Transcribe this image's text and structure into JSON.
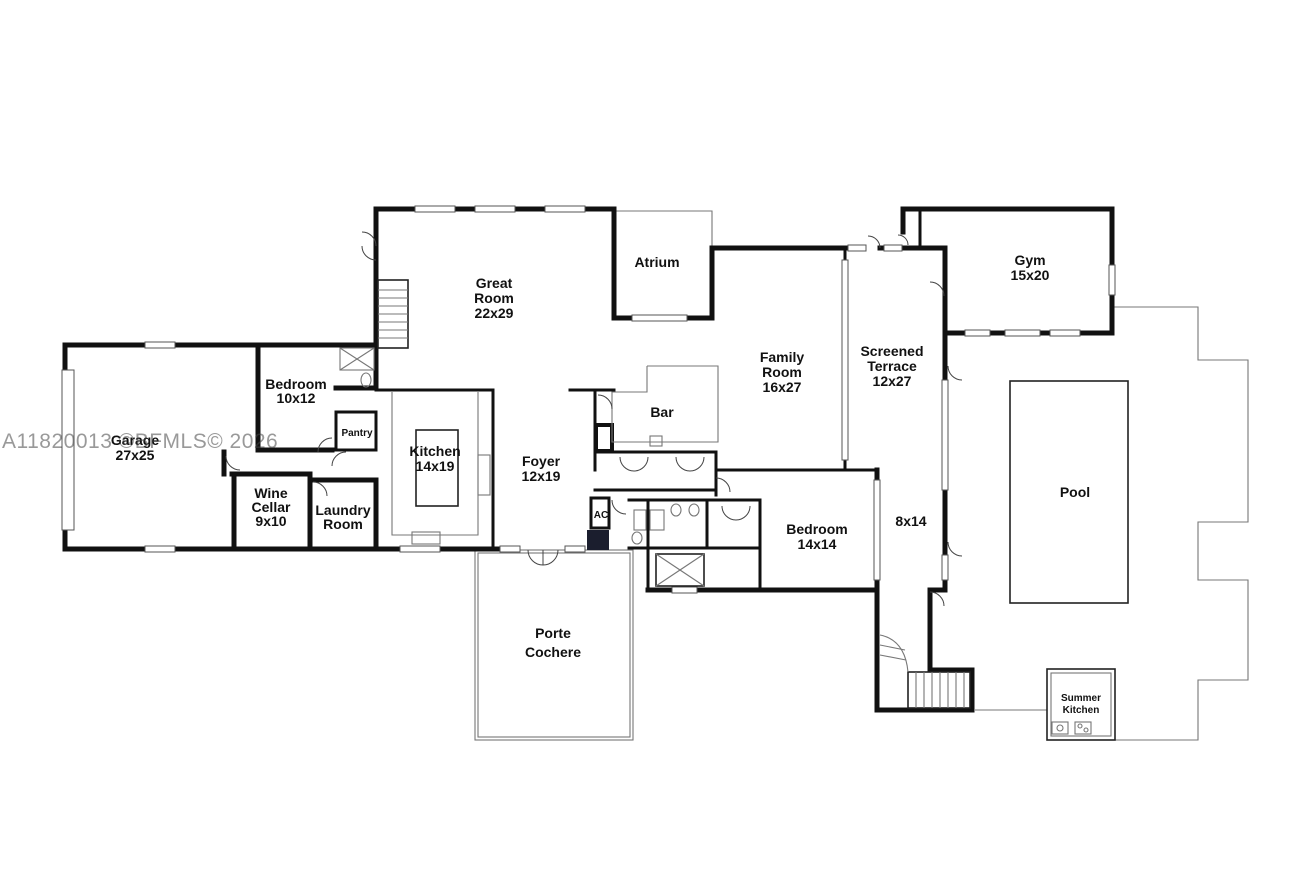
{
  "watermark": "A11820013 ©BFMLS© 2026",
  "rooms": {
    "great_room": {
      "name": "Great\nRoom",
      "dim": "22x29"
    },
    "atrium": {
      "name": "Atrium"
    },
    "family_room": {
      "name": "Family\nRoom",
      "dim": "16x27"
    },
    "screened_terrace": {
      "name": "Screened\nTerrace",
      "dim": "12x27"
    },
    "gym": {
      "name": "Gym",
      "dim": "15x20"
    },
    "garage": {
      "name": "Garage",
      "dim": "27x25"
    },
    "bedroom_1": {
      "name": "Bedroom",
      "dim": "10x12"
    },
    "pantry": {
      "name": "Pantry"
    },
    "kitchen": {
      "name": "Kitchen",
      "dim": "14x19"
    },
    "bar": {
      "name": "Bar"
    },
    "foyer": {
      "name": "Foyer",
      "dim": "12x19"
    },
    "wine_cellar": {
      "name": "Wine\nCellar",
      "dim": "9x10"
    },
    "laundry": {
      "name": "Laundry\nRoom"
    },
    "ac": {
      "name": "AC"
    },
    "bedroom_2": {
      "name": "Bedroom",
      "dim": "14x14"
    },
    "terrace_small": {
      "dim": "8x14"
    },
    "pool": {
      "name": "Pool"
    },
    "porte_cochere": {
      "name": "Porte\nCochere"
    },
    "summer_kitchen": {
      "name": "Summer\nKitchen"
    }
  }
}
